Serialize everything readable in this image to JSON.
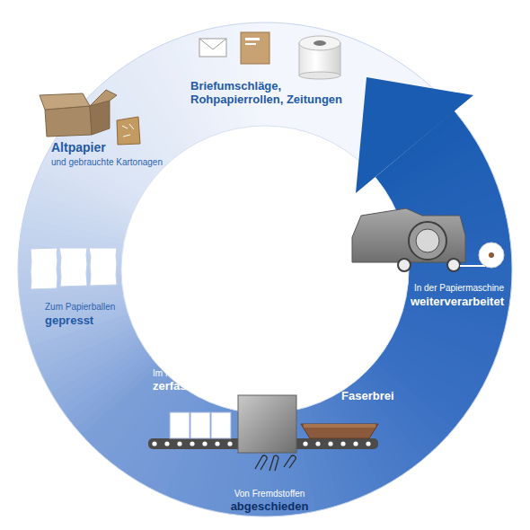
{
  "diagram": {
    "labels": [
      "Briefumschläge, Rohpapierrollen, Zeitungen",
      "Altpapier",
      "und gebrauchte Kartonagen",
      "Zum Papierballen",
      "gepresst",
      "Im Pulper",
      "zerfasert",
      "Faserbrei",
      "Von Fremdstoffen",
      "abgeschieden",
      "In der Papiermaschine",
      "weiterverarbeitet"
    ]
  }
}
